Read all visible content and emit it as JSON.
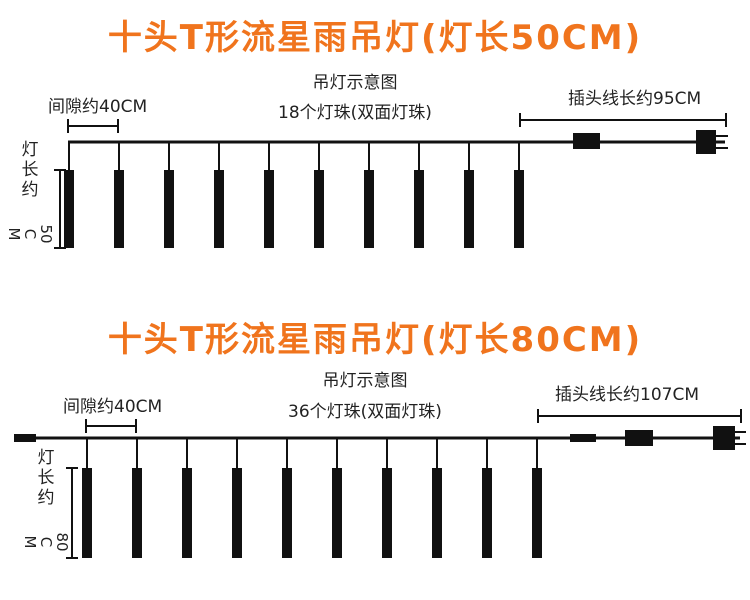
{
  "colors": {
    "title": "#f0741d",
    "line": "#111111"
  },
  "diagrams": [
    {
      "title": "十头T形流星雨吊灯(灯长50CM)",
      "caption_line1": "吊灯示意图",
      "caption_line2": "18个灯珠(双面灯珠)",
      "gap_label": "间隙约40CM",
      "plug_label": "插头线长约95CM",
      "length_label_cn": "灯长约",
      "length_label_num": "50CM",
      "tube_count": 10
    },
    {
      "title": "十头T形流星雨吊灯(灯长80CM)",
      "caption_line1": "吊灯示意图",
      "caption_line2": "36个灯珠(双面灯珠)",
      "gap_label": "间隙约40CM",
      "plug_label": "插头线长约107CM",
      "length_label_cn": "灯长约",
      "length_label_num": "80CM",
      "tube_count": 10
    }
  ]
}
